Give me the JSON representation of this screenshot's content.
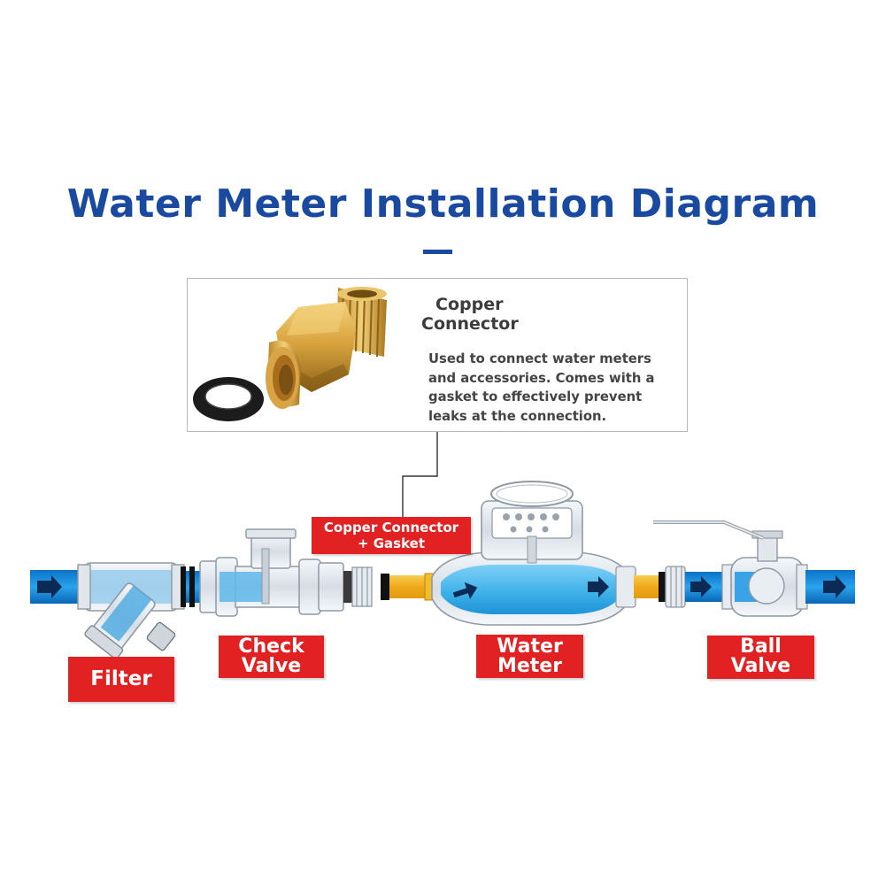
{
  "title": "Water Meter Installation Diagram",
  "callout": {
    "title_lines": [
      "Copper",
      "Connector"
    ],
    "description_lines": [
      "Used to connect water meters",
      "and accessories. Comes with a",
      "gasket to effectively prevent",
      "leaks at the connection."
    ]
  },
  "labels": {
    "filter": [
      "Filter"
    ],
    "check_valve": [
      "Check",
      "Valve"
    ],
    "connector": [
      "Copper Connector",
      "+ Gasket"
    ],
    "water_meter": [
      "Water",
      "Meter"
    ],
    "ball_valve": [
      "Ball",
      "Valve"
    ]
  },
  "colors": {
    "title": "#1a4aa0",
    "label_bg": "#e22222",
    "pipe": "#1a8fe0",
    "water": "#3fb2ea",
    "copper_fitting": "#f3b51f",
    "brass": "#c9952e"
  },
  "icons": [
    "flow-arrow-icon",
    "copper-connector-icon",
    "gasket-icon"
  ]
}
